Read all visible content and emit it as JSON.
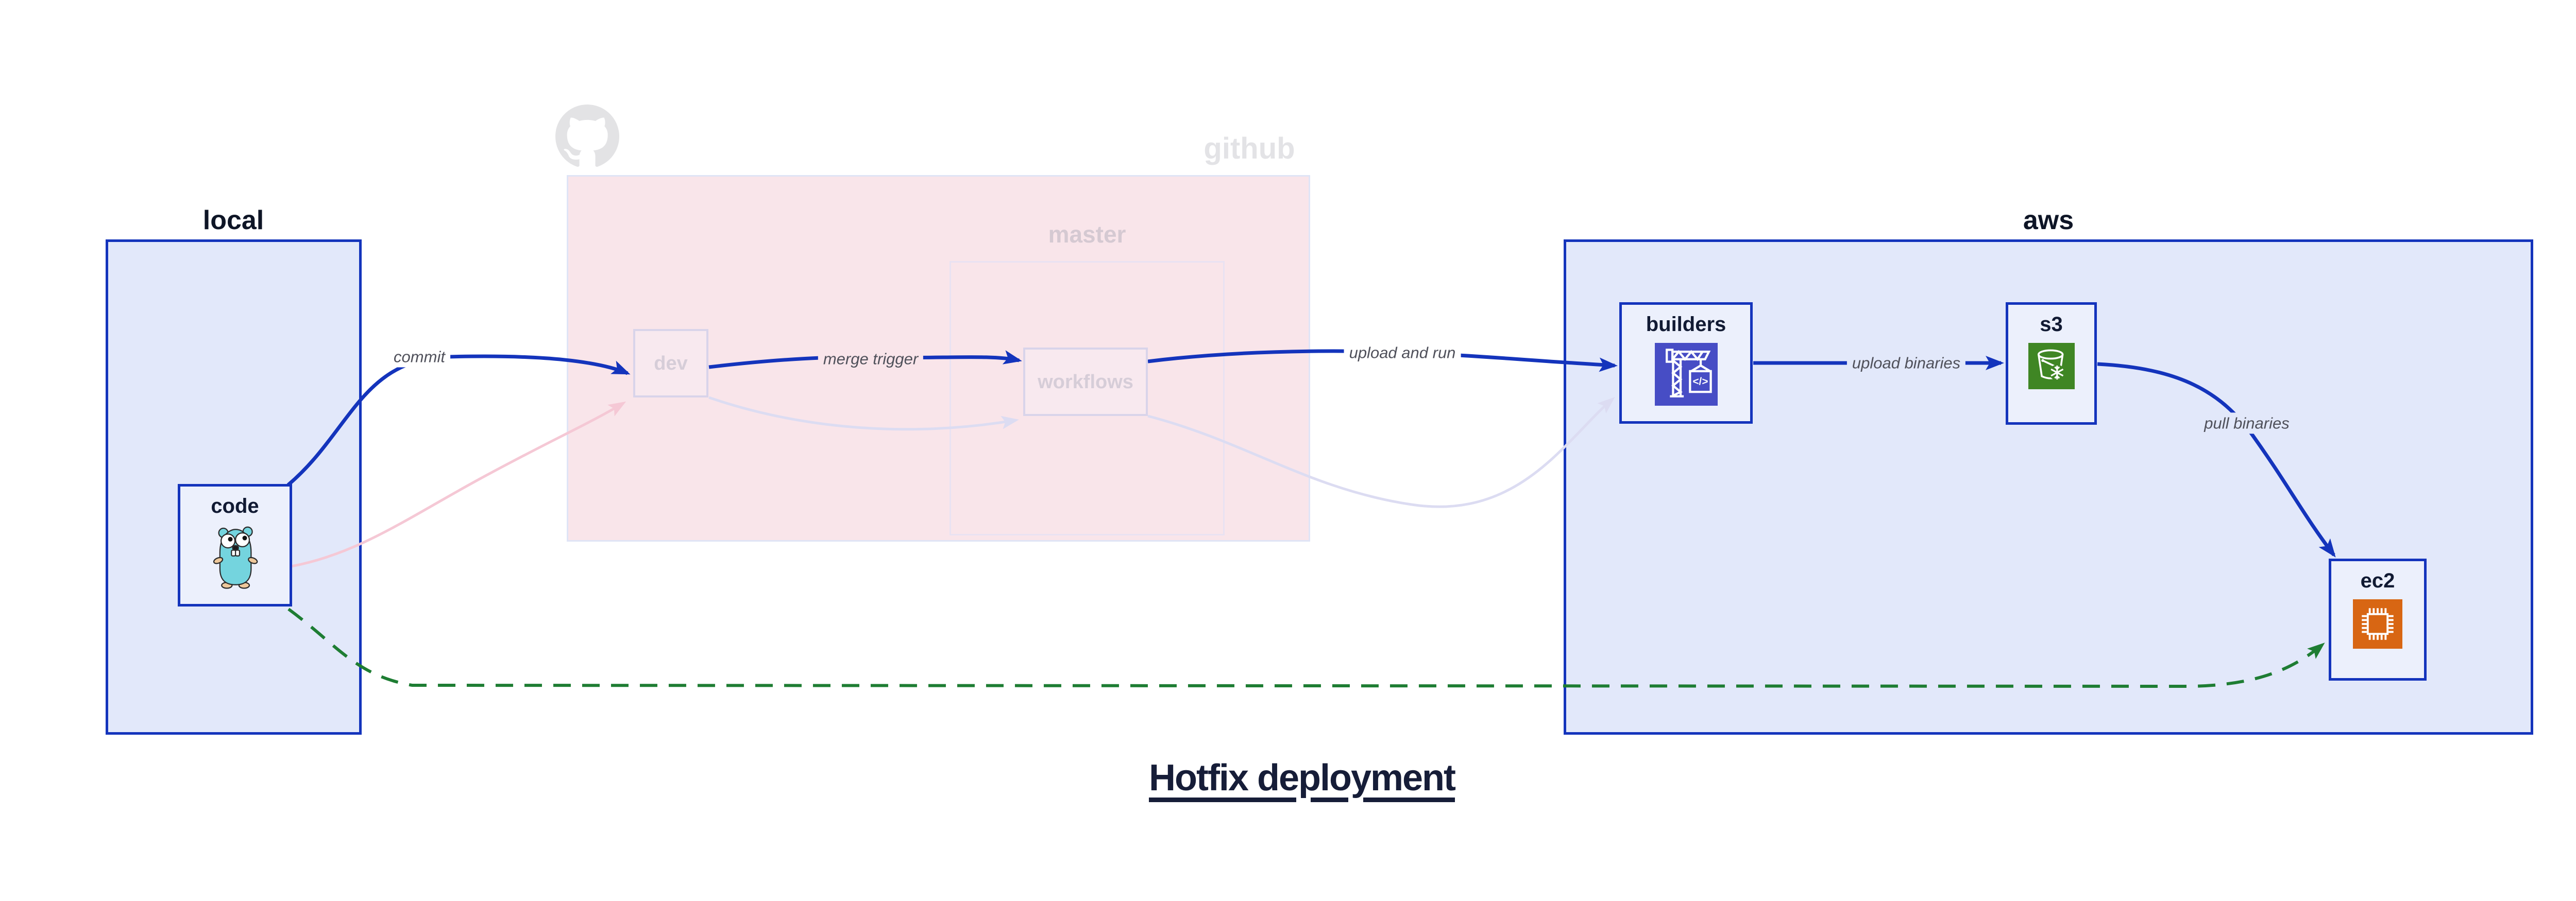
{
  "title": "Hotfix deployment",
  "groups": {
    "local": {
      "label": "local"
    },
    "github": {
      "label": "github"
    },
    "master": {
      "label": "master"
    },
    "aws": {
      "label": "aws"
    }
  },
  "nodes": {
    "code": {
      "label": "code",
      "icon": "go-gopher-icon"
    },
    "dev": {
      "label": "dev"
    },
    "workflows": {
      "label": "workflows"
    },
    "builders": {
      "label": "builders",
      "icon": "codebuild-crane-icon"
    },
    "s3": {
      "label": "s3",
      "icon": "s3-glacier-bucket-icon"
    },
    "ec2": {
      "label": "ec2",
      "icon": "ec2-chip-icon"
    }
  },
  "edges": {
    "commit": {
      "label": "commit",
      "from": "code",
      "to": "dev",
      "style": "solid-blue"
    },
    "merge_trigger": {
      "label": "merge trigger",
      "from": "dev",
      "to": "workflows",
      "style": "solid-blue"
    },
    "upload_and_run": {
      "label": "upload and run",
      "from": "workflows",
      "to": "builders",
      "style": "solid-blue"
    },
    "upload_binaries": {
      "label": "upload binaries",
      "from": "builders",
      "to": "s3",
      "style": "solid-blue"
    },
    "pull_binaries": {
      "label": "pull binaries",
      "from": "s3",
      "to": "ec2",
      "style": "solid-blue"
    },
    "hotfix_pull": {
      "label": "",
      "from": "code",
      "to": "ec2",
      "style": "dashed-green"
    },
    "faded_commit": {
      "label": "",
      "from": "code",
      "to": "dev",
      "style": "faded-pink"
    },
    "faded_merge": {
      "label": "",
      "from": "dev",
      "to": "workflows",
      "style": "faded-lavender"
    },
    "faded_upload": {
      "label": "",
      "from": "workflows",
      "to": "builders",
      "style": "faded-lavender"
    }
  },
  "icons": {
    "github_logo": "github-octocat-icon"
  },
  "colors": {
    "accent_blue": "#1434bc",
    "panel_blue_fill": "#e2e8fa",
    "node_blue_fill": "#ecf0fc",
    "github_pink_fill": "#f9e5ea",
    "green_dashed": "#1e7d33",
    "faded_pink": "#f5c8d5",
    "faded_lavender": "#dcdcf2",
    "ghost_gray": "#e3e3e6",
    "codebuild_indigo": "#474dc5",
    "s3_green": "#3f8624",
    "ec2_orange": "#d86613",
    "title_color": "#161d38"
  }
}
